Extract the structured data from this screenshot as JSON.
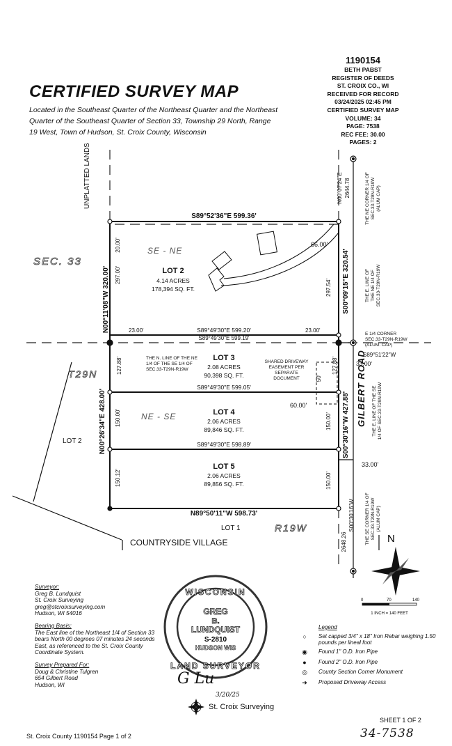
{
  "header": {
    "title": "CERTIFIED SURVEY MAP",
    "subtitle": "Located in the Southeast Quarter of the Northeast Quarter and the Northeast Quarter of the Southeast Quarter of Section 33, Township 29 North, Range 19 West, Town of Hudson, St. Croix County, Wisconsin"
  },
  "recording": {
    "doc_number": "1190154",
    "lines": [
      "BETH PABST",
      "REGISTER OF DEEDS",
      "ST. CROIX CO., WI",
      "RECEIVED FOR RECORD",
      "03/24/2025 02:45 PM",
      "CERTIFIED SURVEY MAP",
      "VOLUME: 34",
      "PAGE: 7538",
      "REC FEE: 30.00",
      "PAGES: 2"
    ]
  },
  "plat": {
    "unplatted": "UNPLATTED LANDS",
    "sec33": "SEC. 33",
    "t29n": "T29N",
    "r19w": "R19W",
    "lot2_west": "LOT 2",
    "lot1_south": "LOT 1",
    "countryside": "COUNTRYSIDE VILLAGE",
    "gilbert": "GILBERT ROAD",
    "se_ne": "SE  -  NE",
    "ne_se": "NE  -  SE",
    "north": "N",
    "lots": [
      {
        "name": "LOT 2",
        "acres": "4.14 ACRES",
        "sqft": "178,394 SQ. FT."
      },
      {
        "name": "LOT 3",
        "acres": "2.08 ACRES",
        "sqft": "90,398 SQ. FT."
      },
      {
        "name": "LOT 4",
        "acres": "2.06 ACRES",
        "sqft": "89,846 SQ. FT."
      },
      {
        "name": "LOT 5",
        "acres": "2.06 ACRES",
        "sqft": "89,856 SQ. FT."
      }
    ],
    "bearings": {
      "north": "S89°52'36\"E 599.36'",
      "lot2_south": "S89°49'30\"E 599.20'",
      "qline": "S89°49'30\"E 599.19'",
      "lot3_south": "S89°49'30\"E 599.05'",
      "lot4_south": "S89°49'30\"E 598.89'",
      "south": "N89°50'11\"W 598.73'",
      "west_upper": "N00°11'08\"W 320.00'",
      "west_lower": "N00°26'34\"E 428.00'",
      "east_upper": "S00°09'15\"E 320.54'",
      "east_lower": "S00°30'16\"W 427.88'",
      "ne_line": "N00°07'24\"E",
      "ne_dist": "2644.78",
      "e14_bearing": "S89°51'22\"W",
      "se_dist": "2648.26",
      "se_bearing": "S00°30'16\"W"
    },
    "dims": {
      "d20": "20.00'",
      "d297w": "297.00'",
      "d23w": "23.00'",
      "d23e": "23.00'",
      "d66": "66.00'",
      "d297e": "297.54'",
      "d33a": "33.00'",
      "d127w": "127.88'",
      "d127e": "127.88'",
      "d50": "50'",
      "d60": "60.00'",
      "d150w1": "150.00'",
      "d150e1": "150.00'",
      "d33b": "33.00'",
      "d150w2": "150.12'",
      "d150e2": "150.00'"
    },
    "notes": {
      "ne_corner": [
        "THE NE CORNER 1/4 OF",
        "SEC.33-T29N-R19W",
        "(ALUM CAP)"
      ],
      "e_line_ne": [
        "THE E. LINE OF",
        "THE NE 1/4 OF",
        "SEC.33-T29N-R19W"
      ],
      "e14_corner": [
        "E 1/4 CORNER",
        "SEC.33-T29N-R19W",
        "(ALUM. CAP)"
      ],
      "n_line": [
        "THE N. LINE OF THE NE",
        "1/4 OF THE SE 1/4 OF",
        "SEC.33-T29N-R19W"
      ],
      "easement": [
        "SHARED DRIVEWAY",
        "EASEMENT PER",
        "SEPARATE",
        "DOCUMENT"
      ],
      "e_line_se": [
        "THE E. LINE OF THE SE",
        "1/4 OF SEC.33-T29N-R19W"
      ],
      "se_corner": [
        "THE SE CORNER 1/4 OF",
        "SEC.33-T29N-R19W",
        "(ALUM CAP)"
      ]
    },
    "scale": {
      "t0": "0",
      "t70": "70",
      "t140": "140",
      "label": "1 INCH = 140 FEET"
    }
  },
  "surveyor": {
    "heading": "Surveyor:",
    "lines": [
      "Greg B. Lundquist",
      "St. Croix Surveying",
      "greg@stcroixsurveying.com",
      "Hudson, WI 54016"
    ],
    "basis_heading": "Bearing Basis:",
    "basis": "The East line of the Northeast 1/4 of Section 33 bears North 00 degrees 07 minutes 24 seconds East, as referenced to the St. Croix County Coordinate System.",
    "prepared_heading": "Survey Prepared For:",
    "prepared": [
      "Doug & Christine Tulgren",
      "654 Gilbert Road",
      "Hudson, WI"
    ]
  },
  "seal": {
    "top": "WISCONSIN",
    "name1": "GREG",
    "name2": "B.",
    "name3": "LUNDQUIST",
    "num": "S-2810",
    "city": "HUDSON WIS",
    "bottom": "LAND SURVEYOR"
  },
  "signature": {
    "sig": "G Lu",
    "date": "3/20/25"
  },
  "company": "St. Croix Surveying",
  "legend": {
    "title": "Legend",
    "items": [
      {
        "icon": "open-circle",
        "text": "Set capped 3/4\" x 18\" Iron Rebar weighing 1.50 pounds per lineal foot"
      },
      {
        "icon": "ring",
        "text": "Found 1\" O.D. Iron Pipe"
      },
      {
        "icon": "filled-dot",
        "text": "Found 2\" O.D. Iron Pipe"
      },
      {
        "icon": "target",
        "text": "County Section Corner Monument"
      },
      {
        "icon": "arrow",
        "text": "Proposed Driveway Access"
      }
    ]
  },
  "footer": {
    "left": "St. Croix County 1190154 Page 1 of 2",
    "sheet": "SHEET 1 OF 2",
    "page_hand": "34-7538"
  }
}
